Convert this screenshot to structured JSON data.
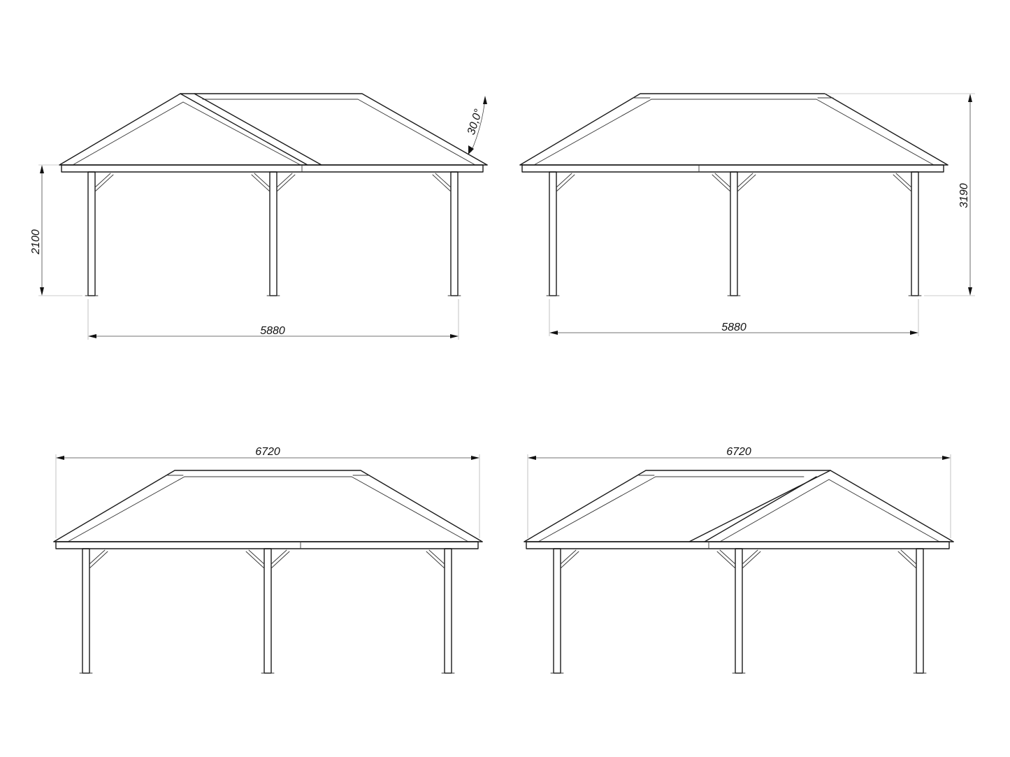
{
  "views": [
    {
      "id": "view-front-gable",
      "roof": "gable-right"
    },
    {
      "id": "view-front-hip",
      "roof": "hip"
    },
    {
      "id": "view-side-hip",
      "roof": "hip"
    },
    {
      "id": "view-side-gable",
      "roof": "gable-left"
    }
  ],
  "dimensions": {
    "post_height": "2100",
    "total_height": "3190",
    "width_front_left": "5880",
    "width_front_right": "5880",
    "length_side_left": "6720",
    "length_side_right": "6720",
    "roof_pitch": "30,0°"
  },
  "colors": {
    "line": "#1a1a1a",
    "background": "#ffffff"
  }
}
